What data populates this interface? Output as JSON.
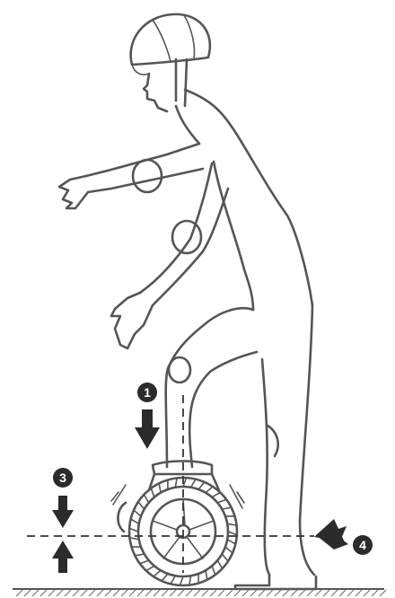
{
  "figure": {
    "markers": [
      {
        "id": "1",
        "label": "1"
      },
      {
        "id": "3",
        "label": "3"
      },
      {
        "id": "4",
        "label": "4"
      }
    ],
    "colors": {
      "line": "#555555",
      "marker_fill": "#2b2b2b",
      "arrow_fill": "#2b2b2b",
      "background": "#ffffff"
    },
    "icons": [
      "arrow-down-icon",
      "arrow-up-icon",
      "arrow-diagonal-icon"
    ]
  }
}
